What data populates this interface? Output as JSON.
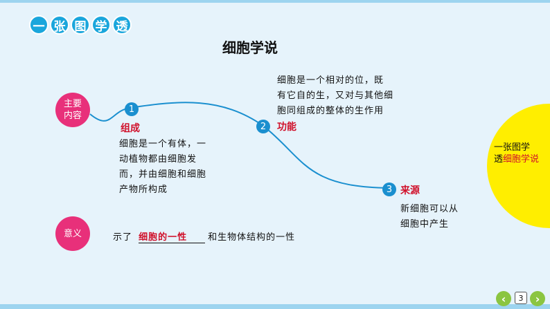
{
  "header": {
    "badges": [
      "一",
      "张",
      "图",
      "学",
      "透"
    ],
    "title": "细胞学说"
  },
  "nodes": {
    "main_label": "主要\n内容",
    "items": [
      {
        "num": "1",
        "label": "组成",
        "text": "细胞是一个有体，一\n动植物都由细胞发\n而，并由细胞和细胞\n产物所构成"
      },
      {
        "num": "2",
        "label": "功能",
        "text": "细胞是一个相对的位，既\n有它自的生，又对与其他细\n胞同组成的整体的生作用"
      },
      {
        "num": "3",
        "label": "来源",
        "text": "新细胞可以从\n细胞中产生"
      }
    ]
  },
  "significance": {
    "label": "意义",
    "prefix": "示了",
    "blank": "细胞的一性",
    "suffix": "和生物体结构的一性"
  },
  "side": {
    "line1": "一张图学",
    "line2_black": "透",
    "line2_red": "细胞学说"
  },
  "footer": {
    "prev_icon": "chevron-left-icon",
    "next_icon": "chevron-right-icon",
    "page_number": "3"
  },
  "colors": {
    "background": "#e6f3fb",
    "accent_blue": "#1aa6dc",
    "pink": "#e8307a",
    "red_text": "#d0102a",
    "sun_yellow": "#ffee00",
    "nav_green": "#8bc541"
  }
}
